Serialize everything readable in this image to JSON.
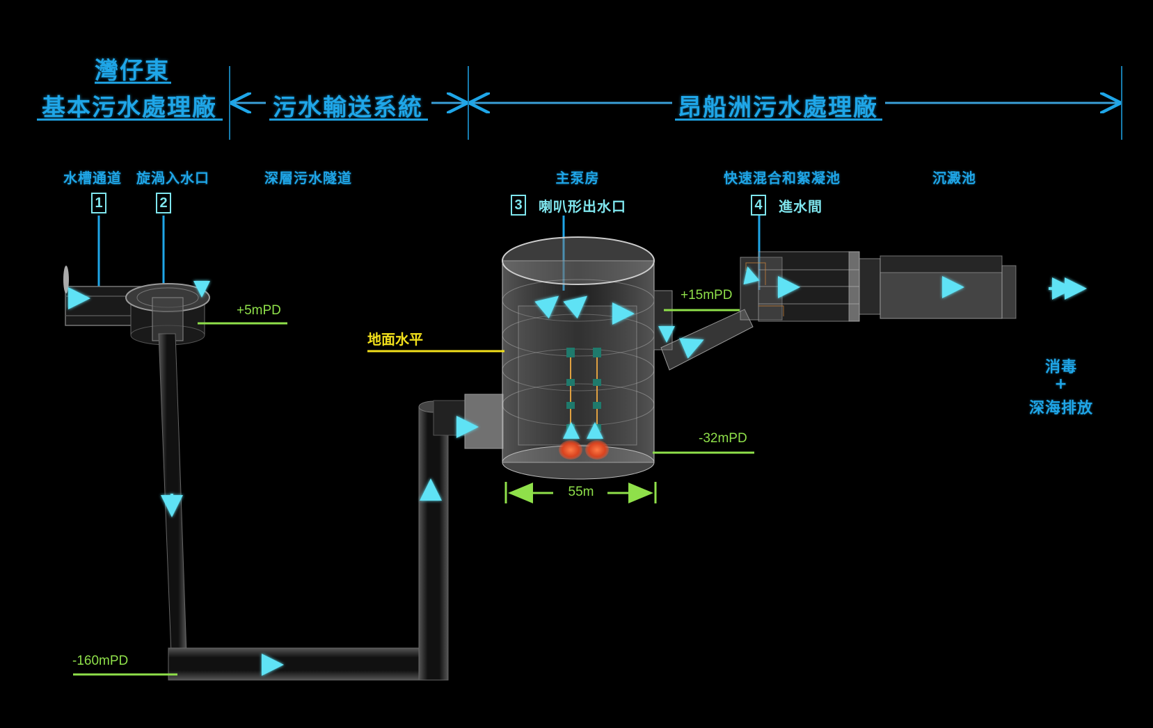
{
  "header": {
    "wan_chai_east_line1": "灣仔東",
    "wan_chai_east_line2": "基本污水處理廠",
    "conveyance_system": "污水輸送系統",
    "stonecutters_plant": "昂船洲污水處理廠"
  },
  "components": {
    "channel": "水槽通道",
    "vortex_inlet": "旋渦入水口",
    "deep_tunnel": "深層污水隧道",
    "main_pumping_station": "主泵房",
    "rapid_mixing": "快速混合和絮凝池",
    "sedimentation": "沉澱池"
  },
  "markers": [
    {
      "number": "1"
    },
    {
      "number": "2"
    },
    {
      "number": "3",
      "label": "喇叭形出水口"
    },
    {
      "number": "4",
      "label": "進水間"
    }
  ],
  "levels": {
    "plus5": "+5mPD",
    "plus15": "+15mPD",
    "minus32": "-32mPD",
    "minus160": "-160mPD",
    "ground": "地面水平"
  },
  "dimension": {
    "diameter": "55m"
  },
  "outlet": {
    "line1": "消毒",
    "plus": "+",
    "line2": "深海排放"
  },
  "colors": {
    "header_blue": "#1fa6e8",
    "marker_cyan": "#7fe6ee",
    "level_green": "#8fe04a",
    "ground_yellow": "#f2e01b",
    "flow_arrow": "#5ee2f5",
    "pump_orange": "#e0502a"
  }
}
